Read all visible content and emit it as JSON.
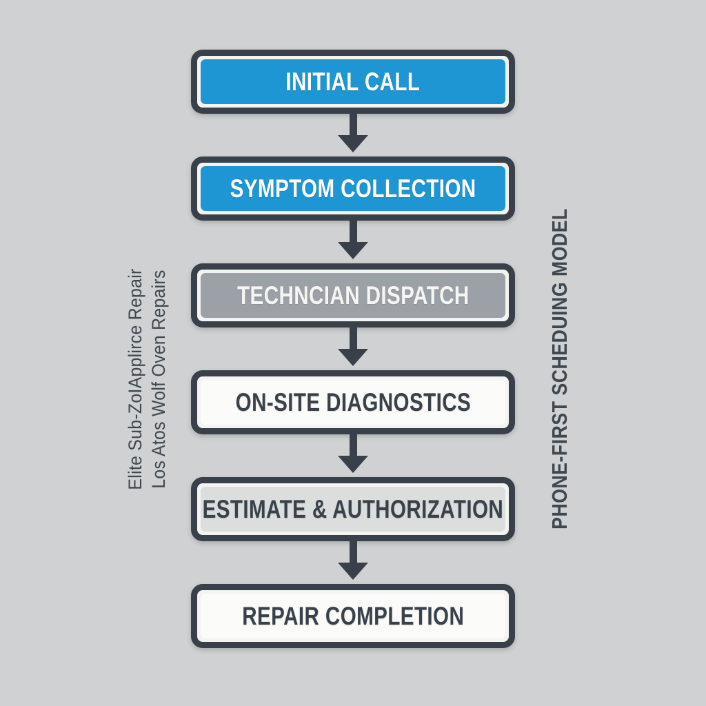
{
  "colors": {
    "background": "#cfd1d2",
    "outline_dark": "#39404a",
    "inner_ring": "#f3f4f2",
    "accent_blue": "#1e96d3",
    "mid_gray": "#9ba1a6",
    "light_gray": "#dcdedd",
    "near_white": "#fbfbf9",
    "arrow": "#39404a",
    "side_text": "#3f474f"
  },
  "flowchart": {
    "steps": [
      {
        "label": "INITIAL CALL",
        "fill": "#1e96d3",
        "text_color": "#ffffff"
      },
      {
        "label": "SYMPTOM COLLECTION",
        "fill": "#1e96d3",
        "text_color": "#ffffff"
      },
      {
        "label": "TECHNCIAN DISPATCH",
        "fill": "#9ba1a6",
        "text_color": "#f5f6f4"
      },
      {
        "label": "ON-SITE DIAGNOSTICS",
        "fill": "#fbfbf9",
        "text_color": "#39424b"
      },
      {
        "label": "ESTIMATE & AUTHORIZATION",
        "fill": "#dcdedd",
        "text_color": "#39424b"
      },
      {
        "label": "REPAIR COMPLETION",
        "fill": "#fbfbf9",
        "text_color": "#39424b"
      }
    ]
  },
  "side_labels": {
    "left_line1": "Elite Sub-ZoIApplirce Repair",
    "left_line2": "Los Atos Wolf Oven Repairs",
    "right": "PHONE-FIRST SCHEDUING MODEL"
  }
}
